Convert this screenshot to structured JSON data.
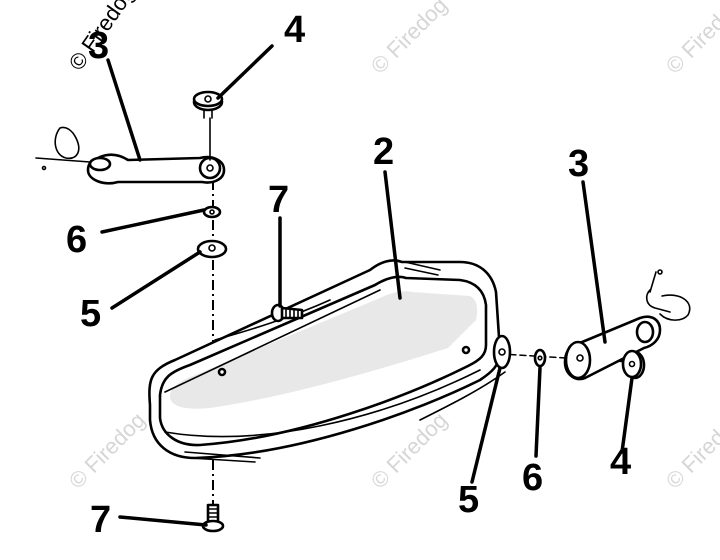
{
  "watermark": "© Firedog",
  "callouts": {
    "top_left_3": "3",
    "top_4": "4",
    "left_6": "6",
    "left_5": "5",
    "mid_7": "7",
    "center_2": "2",
    "right_3": "3",
    "right_4": "4",
    "bottom_6": "6",
    "bottom_5": "5",
    "bottom_7": "7"
  },
  "icons": [
    "bumper-shell",
    "mounting-bracket",
    "knob",
    "washer",
    "lock-washer",
    "screw"
  ]
}
